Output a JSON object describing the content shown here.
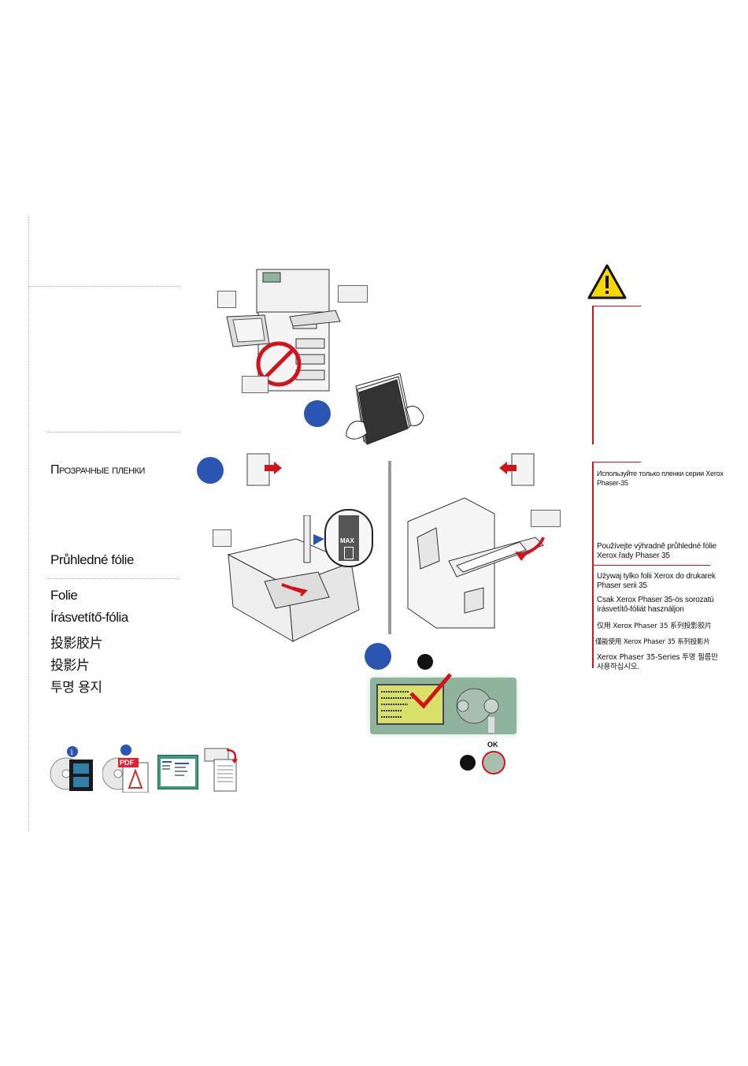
{
  "titles": {
    "ru": "Прозрачные пленки",
    "cs": "Průhledné fólie",
    "de": "Folie",
    "hu": "Írásvetítő-fólia",
    "zh_cn": "投影胶片",
    "zh_tw": "投影片",
    "ko": "투명 용지"
  },
  "warnings": {
    "ru": "Используйте только пленки серии Xerox Phaser-35",
    "cs_1": "Používejte výhradně průhledné fólie",
    "cs_2": "Xerox řady Phaser 35",
    "pl_1": "Używaj tylko folii Xerox do drukarek",
    "pl_2": "Phaser serii 35",
    "hu_1": "Csak Xerox Phaser 35-ös sorozatú",
    "hu_2": "írásvetítő-fóliát használjon",
    "zh_cn": "仅用 Xerox Phaser 35 系列投影胶片",
    "zh_tw": "僅能使用 Xerox Phaser 35 系列投影片",
    "ko_1": "Xerox Phaser 35-Series 투명 필름만",
    "ko_2": "사용하십시오."
  },
  "labels": {
    "max": "MAX",
    "ok": "OK",
    "pdf": "PDF"
  },
  "colors": {
    "accent_blue": "#2a55b0",
    "warning_red": "#d0141b",
    "warning_yellow": "#f5d800",
    "panel_green": "#8fb39d"
  }
}
